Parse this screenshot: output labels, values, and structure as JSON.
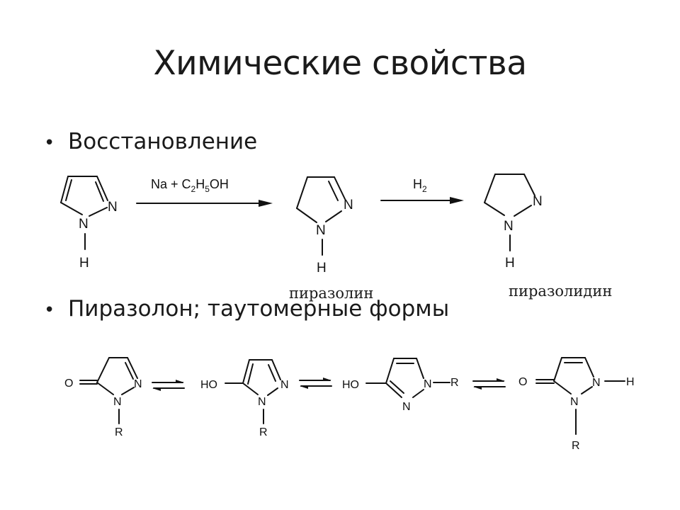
{
  "slide": {
    "title": "Химические свойства",
    "bullets": [
      "Восстановление",
      "Пиразолон; таутомерные формы"
    ],
    "bullet_symbol": "•"
  },
  "reduction": {
    "reagent1": "Na + C2H5OH",
    "reagent2": "H2",
    "product1_name": "пиразолин",
    "product2_name": "пиразолидин"
  },
  "atoms": {
    "N": "N",
    "H": "H",
    "O": "O",
    "HO": "HO",
    "R": "R"
  },
  "colors": {
    "text": "#1a1a1a",
    "bonds": "#111111",
    "background": "#ffffff"
  }
}
